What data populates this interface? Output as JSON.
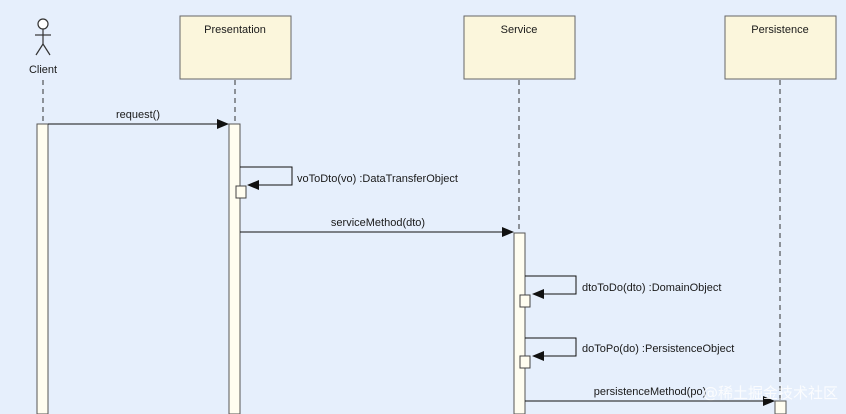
{
  "diagram": {
    "participants": [
      {
        "name": "Client",
        "kind": "actor"
      },
      {
        "name": "Presentation",
        "kind": "object"
      },
      {
        "name": "Service",
        "kind": "object"
      },
      {
        "name": "Persistence",
        "kind": "object"
      }
    ],
    "messages": [
      {
        "from": "Client",
        "to": "Presentation",
        "label": "request()"
      },
      {
        "from": "Presentation",
        "to": "Presentation",
        "label": "voToDto(vo) :DataTransferObject"
      },
      {
        "from": "Presentation",
        "to": "Service",
        "label": "serviceMethod(dto)"
      },
      {
        "from": "Service",
        "to": "Service",
        "label": "dtoToDo(dto) :DomainObject"
      },
      {
        "from": "Service",
        "to": "Service",
        "label": "doToPo(do) :PersistenceObject"
      },
      {
        "from": "Service",
        "to": "Persistence",
        "label": "persistenceMethod(po)"
      }
    ]
  },
  "watermark": "@稀土掘金技术社区",
  "colors": {
    "background": "#e6effc",
    "header_fill": "#fbf6dc",
    "activation_fill": "#fffdf0",
    "line": "#3a3a3a"
  }
}
